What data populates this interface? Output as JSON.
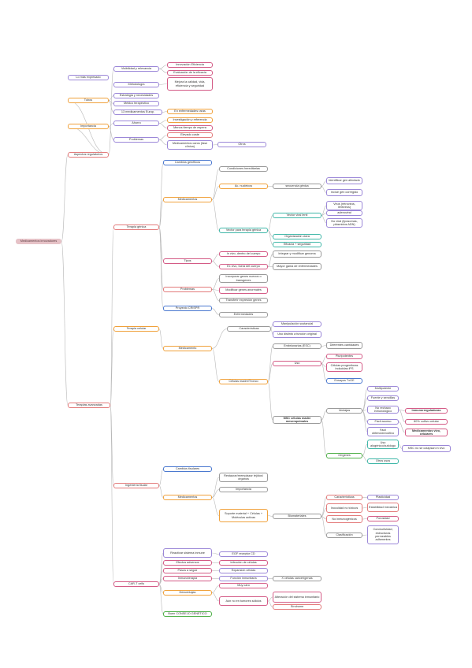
{
  "colors": {
    "root": "#e6c2c7",
    "red": "#e37b7b",
    "orange": "#f0a13b",
    "violet": "#9b87d8",
    "blue": "#4a78cf",
    "teal": "#3fb7a8",
    "green": "#4fb048",
    "pink": "#d45b86",
    "grey": "#9a9a9a",
    "line": "#b9b9b9"
  },
  "nodes": [
    {
      "id": "root",
      "text": "Medicamentos innovadores",
      "color": "root",
      "fill": true
    },
    {
      "id": "aspectos",
      "text": "Aspectos regulatorios",
      "color": "red"
    },
    {
      "id": "terapias",
      "text": "Terapias avanzadas",
      "color": "red"
    },
    {
      "id": "tubos",
      "text": "Tubos",
      "color": "orange"
    },
    {
      "id": "importancia",
      "text": "Importancia",
      "color": "orange"
    },
    {
      "id": "b0",
      "text": "Lo más expresado",
      "color": "violet"
    },
    {
      "id": "b1",
      "text": "Visibilidad y relevancia",
      "color": "violet"
    },
    {
      "id": "b2",
      "text": "Metodología",
      "color": "violet"
    },
    {
      "id": "b3",
      "text": "Estrategia y necesidades",
      "color": "violet"
    },
    {
      "id": "b4",
      "text": "Médico terapéutico",
      "color": "violet"
    },
    {
      "id": "b5",
      "text": "13 medicamentos Europ.",
      "color": "violet"
    },
    {
      "id": "b6",
      "text": "Ahorro",
      "color": "violet"
    },
    {
      "id": "b7",
      "text": "Problemas",
      "color": "violet"
    },
    {
      "id": "c0",
      "text": "Innovación Eficiencia",
      "color": "pink"
    },
    {
      "id": "c1",
      "text": "Evaluación de la eficacia",
      "color": "pink"
    },
    {
      "id": "c2",
      "text": "Mejora la calidad, vida, eficiencia y seguridad",
      "color": "pink"
    },
    {
      "id": "c3",
      "text": "En enfermedades raras",
      "color": "orange"
    },
    {
      "id": "c4",
      "text": "Investigación y referencia",
      "color": "orange"
    },
    {
      "id": "c5",
      "text": "Menos tiempo de espera",
      "color": "pink"
    },
    {
      "id": "c6",
      "text": "Elevado coste",
      "color": "red"
    },
    {
      "id": "c7",
      "text": "Medicamentos caros (fase clínica)",
      "color": "violet"
    },
    {
      "id": "c8",
      "text": "Otros",
      "color": "violet"
    },
    {
      "id": "tgenica",
      "text": "Terapia génica",
      "color": "red"
    },
    {
      "id": "tcelular",
      "text": "Terapia celular",
      "color": "orange"
    },
    {
      "id": "itisular",
      "text": "Ingeniería tisular",
      "color": "red"
    },
    {
      "id": "cart",
      "text": "CAR-T cells",
      "color": "pink"
    },
    {
      "id": "g0",
      "text": "Cambios genéticos",
      "color": "blue"
    },
    {
      "id": "g1",
      "text": "Medicamentos",
      "color": "orange"
    },
    {
      "id": "g2",
      "text": "Tipos",
      "color": "pink"
    },
    {
      "id": "g3",
      "text": "Problemas",
      "color": "red"
    },
    {
      "id": "g4",
      "text": "Proyecto CRISPR",
      "color": "blue"
    },
    {
      "id": "h0",
      "text": "Condiciones hereditarias",
      "color": "grey"
    },
    {
      "id": "h1",
      "text": "Ác. nucleicos",
      "color": "orange"
    },
    {
      "id": "h2",
      "text": "Vector para terapia génica",
      "color": "teal"
    },
    {
      "id": "h3",
      "text": "In vivo, dentro del cuerpo",
      "color": "pink"
    },
    {
      "id": "h4",
      "text": "Ex vivo, fuera del cuerpo",
      "color": "pink"
    },
    {
      "id": "h5",
      "text": "Incorporar genes nuevos o transgenes",
      "color": "grey"
    },
    {
      "id": "h6",
      "text": "Modificar genes anormales",
      "color": "pink"
    },
    {
      "id": "h7",
      "text": "Transferir expresión genes",
      "color": "grey"
    },
    {
      "id": "h8",
      "text": "Enfermedades",
      "color": "grey"
    },
    {
      "id": "i0",
      "text": "secuencia génica",
      "color": "grey"
    },
    {
      "id": "i1",
      "text": "Vector viral lenti",
      "color": "teal"
    },
    {
      "id": "i2",
      "text": "Organización clara",
      "color": "teal"
    },
    {
      "id": "i3",
      "text": "Eficacia + seguridad",
      "color": "teal"
    },
    {
      "id": "i4",
      "text": "Integrar y modificar genoma",
      "color": "grey"
    },
    {
      "id": "i5",
      "text": "Mayor gama de enfermedades",
      "color": "grey"
    },
    {
      "id": "j0",
      "text": "Identificar gen afectado",
      "color": "violet"
    },
    {
      "id": "j1",
      "text": "Incluir gen corregido",
      "color": "violet"
    },
    {
      "id": "j2",
      "text": "Virus (retrovirus, lentivirus)",
      "color": "violet"
    },
    {
      "id": "j3",
      "text": "adenoviral",
      "color": "violet"
    },
    {
      "id": "j4",
      "text": "No viral (liposomas, plásmidos ADN)",
      "color": "violet"
    },
    {
      "id": "k0",
      "text": "Medicamento",
      "color": "orange"
    },
    {
      "id": "k1",
      "text": "Características",
      "color": "grey"
    },
    {
      "id": "k2",
      "text": "Células madre/Tronco",
      "color": "orange"
    },
    {
      "id": "k3",
      "text": "Manipulación sustancial",
      "color": "violet"
    },
    {
      "id": "k4",
      "text": "Uso distinto a función original",
      "color": "violet"
    },
    {
      "id": "k5",
      "text": "Embrionarias (ESC)",
      "color": "grey"
    },
    {
      "id": "k6",
      "text": "Uso",
      "color": "pink"
    },
    {
      "id": "k7",
      "text": "MSC células madre mesenquimales",
      "color": "grey",
      "bold": true
    },
    {
      "id": "l0",
      "text": "Diferentes cantidades",
      "color": "grey"
    },
    {
      "id": "l1",
      "text": "Pluripotentes",
      "color": "pink"
    },
    {
      "id": "l2",
      "text": "Células progenitoras inducidas iPS",
      "color": "pink"
    },
    {
      "id": "l3",
      "text": "Ensayos TxGE",
      "color": "blue"
    },
    {
      "id": "l4",
      "text": "Ventajas",
      "color": "grey"
    },
    {
      "id": "l5",
      "text": "Orígenes",
      "color": "green"
    },
    {
      "id": "m0",
      "text": "Multipotente",
      "color": "violet"
    },
    {
      "id": "m1",
      "text": "Fuente y sencillas",
      "color": "violet"
    },
    {
      "id": "m2",
      "text": "No rechazo inmunológico",
      "color": "violet"
    },
    {
      "id": "m3",
      "text": "Fácil acceso",
      "color": "violet"
    },
    {
      "id": "m4",
      "text": "Fácil obtención/cultivo",
      "color": "violet"
    },
    {
      "id": "m5",
      "text": "Uso alogénico/autólogo",
      "color": "teal"
    },
    {
      "id": "m6",
      "text": "Otros usos",
      "color": "teal"
    },
    {
      "id": "n0",
      "text": "Inmunorreguladoras",
      "color": "pink",
      "bold": true
    },
    {
      "id": "n1",
      "text": "80% cultivo celular",
      "color": "pink"
    },
    {
      "id": "n2",
      "text": "Medicamentos vivo, celulares",
      "color": "pink",
      "bold": true
    },
    {
      "id": "n3",
      "text": "MSC no se colapsan in vivo",
      "color": "violet"
    },
    {
      "id": "o0",
      "text": "Cambios tisulares",
      "color": "blue"
    },
    {
      "id": "o1",
      "text": "Medicamentos",
      "color": "orange"
    },
    {
      "id": "o2",
      "text": "Restaurar/reemplazar tejidos/órganos",
      "color": "grey"
    },
    {
      "id": "o3",
      "text": "Importancia",
      "color": "grey"
    },
    {
      "id": "o4",
      "text": "Soporte material + Células + Moléculas activas",
      "color": "orange"
    },
    {
      "id": "o5",
      "text": "Biomateriales",
      "color": "grey"
    },
    {
      "id": "p0",
      "text": "Características",
      "color": "red"
    },
    {
      "id": "p1",
      "text": "Inocuidad no tóxicos",
      "color": "red"
    },
    {
      "id": "p2",
      "text": "No inmunogénicos",
      "color": "red"
    },
    {
      "id": "p3",
      "text": "Clasificación",
      "color": "grey"
    },
    {
      "id": "q0",
      "text": "Plasticidad",
      "color": "violet"
    },
    {
      "id": "q1",
      "text": "Estabilidad mecánica",
      "color": "red"
    },
    {
      "id": "q2",
      "text": "Porosidad",
      "color": "pink"
    },
    {
      "id": "q3",
      "text": "Conductividad, estructuras permeables adherentes",
      "color": "violet"
    },
    {
      "id": "r0",
      "text": "Reactivar sistema inmune",
      "color": "violet"
    },
    {
      "id": "r1",
      "text": "Efectos adversos",
      "color": "pink"
    },
    {
      "id": "r2",
      "text": "Pasos a seguir",
      "color": "pink"
    },
    {
      "id": "r3",
      "text": "Inmunoterapia",
      "color": "pink"
    },
    {
      "id": "r4",
      "text": "Desventajas",
      "color": "orange"
    },
    {
      "id": "r5",
      "text": "Buen CONSEJO GENÉTICO",
      "color": "green"
    },
    {
      "id": "s0",
      "text": "EGF receptor CD",
      "color": "violet"
    },
    {
      "id": "s1",
      "text": "Infección de células",
      "color": "pink"
    },
    {
      "id": "s2",
      "text": "Expansión células",
      "color": "violet"
    },
    {
      "id": "s3",
      "text": "Función inmunitaria",
      "color": "violet"
    },
    {
      "id": "s4",
      "text": "Muy caro",
      "color": "pink"
    },
    {
      "id": "s5",
      "text": "Aún no en tumores sólidos",
      "color": "pink"
    },
    {
      "id": "t0",
      "text": "X células cancerígenas",
      "color": "grey"
    },
    {
      "id": "t1",
      "text": "Alteración del sistema inmunitario",
      "color": "pink"
    },
    {
      "id": "t2",
      "text": "Síndrome",
      "color": "red"
    }
  ],
  "links": [
    [
      "root",
      "aspectos"
    ],
    [
      "root",
      "terapias"
    ],
    [
      "aspectos",
      "b1"
    ],
    [
      "aspectos",
      "tubos"
    ],
    [
      "aspectos",
      "importancia"
    ],
    [
      "tubos",
      "b3"
    ],
    [
      "tubos",
      "b4"
    ],
    [
      "tubos",
      "b5"
    ],
    [
      "importancia",
      "b6"
    ],
    [
      "importancia",
      "b7"
    ],
    [
      "b1",
      "c0"
    ],
    [
      "b1",
      "c1"
    ],
    [
      "b2",
      "c2"
    ],
    [
      "b5",
      "c3"
    ],
    [
      "b6",
      "c4"
    ],
    [
      "b6",
      "c5"
    ],
    [
      "b7",
      "c6"
    ],
    [
      "b7",
      "c7"
    ],
    [
      "c7",
      "c8"
    ],
    [
      "terapias",
      "tgenica"
    ],
    [
      "terapias",
      "tcelular"
    ],
    [
      "terapias",
      "itisular"
    ],
    [
      "terapias",
      "cart"
    ],
    [
      "tgenica",
      "g0"
    ],
    [
      "tgenica",
      "g1"
    ],
    [
      "tgenica",
      "g2"
    ],
    [
      "tgenica",
      "g3"
    ],
    [
      "tgenica",
      "g4"
    ],
    [
      "g1",
      "h0"
    ],
    [
      "g1",
      "h1"
    ],
    [
      "g1",
      "h2"
    ],
    [
      "g2",
      "h3"
    ],
    [
      "g2",
      "h4"
    ],
    [
      "g3",
      "h5"
    ],
    [
      "g3",
      "h6"
    ],
    [
      "g3",
      "h7"
    ],
    [
      "g4",
      "h8"
    ],
    [
      "h1",
      "i0"
    ],
    [
      "h2",
      "i1"
    ],
    [
      "h2",
      "i2"
    ],
    [
      "h2",
      "i3"
    ],
    [
      "h4",
      "i4"
    ],
    [
      "h4",
      "i5"
    ],
    [
      "i0",
      "j0"
    ],
    [
      "i0",
      "j1"
    ],
    [
      "i1",
      "j2"
    ],
    [
      "i1",
      "j3"
    ],
    [
      "i1",
      "j4"
    ],
    [
      "tcelular",
      "k0"
    ],
    [
      "k0",
      "k1"
    ],
    [
      "k0",
      "k2"
    ],
    [
      "k1",
      "k3"
    ],
    [
      "k1",
      "k4"
    ],
    [
      "k2",
      "k5"
    ],
    [
      "k2",
      "k6"
    ],
    [
      "k2",
      "k7"
    ],
    [
      "k5",
      "l0"
    ],
    [
      "k6",
      "l1"
    ],
    [
      "k6",
      "l2"
    ],
    [
      "k6",
      "l3"
    ],
    [
      "k7",
      "l4"
    ],
    [
      "k7",
      "l5"
    ],
    [
      "l4",
      "m0"
    ],
    [
      "l4",
      "m1"
    ],
    [
      "l4",
      "m2"
    ],
    [
      "l4",
      "m3"
    ],
    [
      "l4",
      "m4"
    ],
    [
      "l5",
      "m5"
    ],
    [
      "l5",
      "m6"
    ],
    [
      "m2",
      "n0"
    ],
    [
      "m2",
      "n1"
    ],
    [
      "m3",
      "n2"
    ],
    [
      "m5",
      "n3"
    ],
    [
      "itisular",
      "o0"
    ],
    [
      "itisular",
      "o1"
    ],
    [
      "o1",
      "o2"
    ],
    [
      "o1",
      "o3"
    ],
    [
      "o1",
      "o4"
    ],
    [
      "o4",
      "o5"
    ],
    [
      "o5",
      "p0"
    ],
    [
      "o5",
      "p1"
    ],
    [
      "o5",
      "p2"
    ],
    [
      "o5",
      "p3"
    ],
    [
      "p0",
      "q0"
    ],
    [
      "p1",
      "q1"
    ],
    [
      "p2",
      "q2"
    ],
    [
      "p3",
      "q3"
    ],
    [
      "cart",
      "r0"
    ],
    [
      "cart",
      "r1"
    ],
    [
      "cart",
      "r2"
    ],
    [
      "cart",
      "r3"
    ],
    [
      "cart",
      "r4"
    ],
    [
      "cart",
      "r5"
    ],
    [
      "r0",
      "s0"
    ],
    [
      "r1",
      "s1"
    ],
    [
      "r2",
      "s2"
    ],
    [
      "r3",
      "s3"
    ],
    [
      "r4",
      "s4"
    ],
    [
      "r4",
      "s5"
    ],
    [
      "s3",
      "t0"
    ],
    [
      "s5",
      "t1"
    ],
    [
      "s5",
      "t2"
    ]
  ]
}
